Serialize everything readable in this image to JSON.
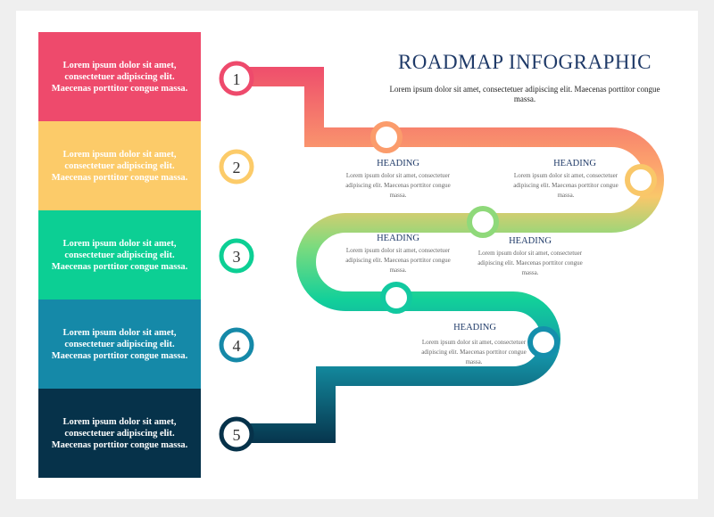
{
  "title": "ROADMAP INFOGRAPHIC",
  "subtitle": "Lorem ipsum dolor sit amet, consectetuer adipiscing elit. Maecenas porttitor congue massa.",
  "blocks": [
    {
      "text": "Lorem ipsum dolor sit amet, consectetuer adipiscing elit. Maecenas porttitor congue massa.",
      "color": "#ee4a6c"
    },
    {
      "text": "Lorem ipsum dolor sit amet, consectetuer adipiscing elit. Maecenas porttitor congue massa.",
      "color": "#fccb69"
    },
    {
      "text": "Lorem ipsum dolor sit amet, consectetuer adipiscing elit. Maecenas porttitor congue massa.",
      "color": "#0ccf94"
    },
    {
      "text": "Lorem ipsum dolor sit amet, consectetuer adipiscing elit. Maecenas porttitor congue massa.",
      "color": "#1589a8"
    },
    {
      "text": "Lorem ipsum dolor sit amet, consectetuer adipiscing elit. Maecenas porttitor congue massa.",
      "color": "#06324a"
    }
  ],
  "steps": [
    "1",
    "2",
    "3",
    "4",
    "5"
  ],
  "milestones": [
    {
      "heading": "HEADING",
      "text": "Lorem ipsum dolor sit amet, consectetuer adipiscing elit. Maecenas porttitor congue massa."
    },
    {
      "heading": "HEADING",
      "text": "Lorem ipsum dolor sit amet, consectetuer adipiscing elit. Maecenas porttitor congue massa."
    },
    {
      "heading": "HEADING",
      "text": "Lorem ipsum dolor sit amet, consectetuer adipiscing elit. Maecenas porttitor congue massa."
    },
    {
      "heading": "HEADING",
      "text": "Lorem ipsum dolor sit amet, consectetuer adipiscing elit. Maecenas porttitor congue massa."
    },
    {
      "heading": "HEADING",
      "text": "Lorem ipsum dolor sit amet, consectetuer adipiscing elit. Maecenas porttitor congue massa."
    }
  ]
}
